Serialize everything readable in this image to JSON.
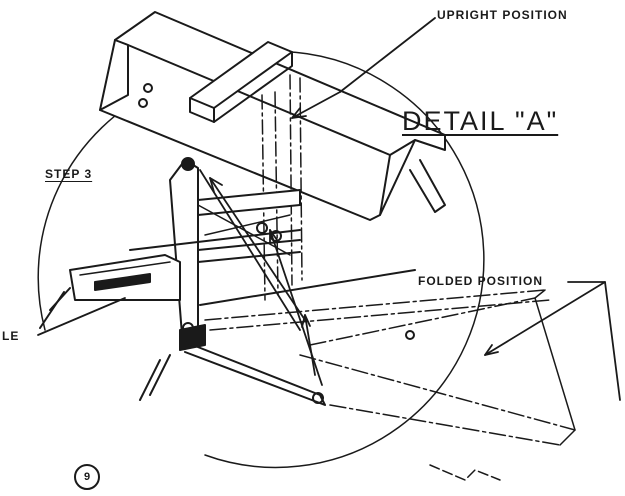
{
  "labels": {
    "upright_position": "UPRIGHT POSITION",
    "detail_title": "DETAIL \"A\"",
    "step": "STEP 3",
    "folded_position": "FOLDED POSITION",
    "cut_label": "LE",
    "circled_number": "9"
  },
  "colors": {
    "ink": "#1a1a1a",
    "paper": "#ffffff"
  }
}
